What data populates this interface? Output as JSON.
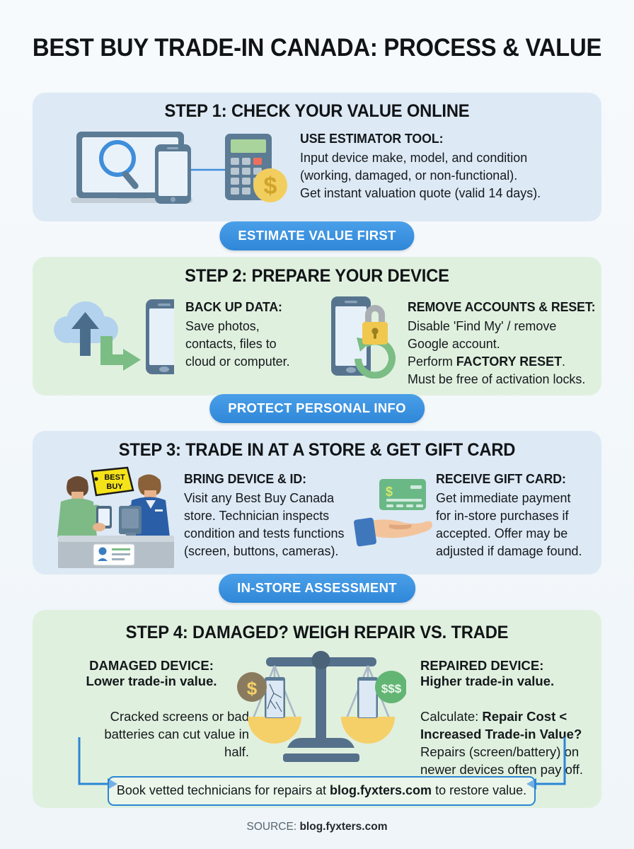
{
  "title": "BEST BUY TRADE-IN CANADA: PROCESS & VALUE",
  "colors": {
    "page_bg": "#f4f8fb",
    "panel_blue": "#dde9f5",
    "panel_green": "#e0f0df",
    "badge_blue": "#2f87d8",
    "accent_blue": "#2b86d4",
    "green_accent": "#6fb97f",
    "gold": "#f0c94e",
    "slate": "#55708a"
  },
  "steps": [
    {
      "heading": "STEP 1: CHECK YOUR VALUE ONLINE",
      "badge": "ESTIMATE VALUE FIRST",
      "panel_color": "blue",
      "blocks": [
        {
          "title": "USE ESTIMATOR TOOL:",
          "lines": [
            "Input device make, model, and condition",
            "(working, damaged, or non-functional).",
            "Get instant valuation quote (valid 14 days)."
          ]
        }
      ],
      "illustration": "laptop-phone-calculator"
    },
    {
      "heading": "STEP 2: PREPARE YOUR DEVICE",
      "badge": "PROTECT PERSONAL INFO",
      "panel_color": "green",
      "blocks": [
        {
          "title": "BACK UP DATA:",
          "lines": [
            "Save photos,",
            "contacts, files to",
            "cloud or computer."
          ]
        },
        {
          "title": "REMOVE ACCOUNTS & RESET:",
          "lines": [
            "Disable 'Find My' / remove",
            "Google account.",
            "Perform FACTORY RESET.",
            "Must be free of activation locks."
          ],
          "bold_fragment": "FACTORY RESET"
        }
      ],
      "illustration": "cloud-phone-lock-reset"
    },
    {
      "heading": "STEP 3: TRADE IN AT A STORE & GET GIFT CARD",
      "badge": "IN-STORE ASSESSMENT",
      "panel_color": "blue",
      "blocks": [
        {
          "title": "BRING DEVICE & ID:",
          "lines": [
            "Visit any Best Buy Canada",
            "store. Technician inspects",
            "condition and tests functions",
            "(screen, buttons, cameras)."
          ]
        },
        {
          "title": "RECEIVE GIFT CARD:",
          "lines": [
            "Get immediate payment",
            "for in-store purchases if",
            "accepted. Offer may be",
            "adjusted if damage found."
          ]
        }
      ],
      "illustration": "store-counter-giftcard",
      "store_logo": "BEST BUY"
    },
    {
      "heading": "STEP 4: DAMAGED? WEIGH REPAIR VS. TRADE",
      "badge": null,
      "panel_color": "green",
      "left": {
        "title": "DAMAGED DEVICE:",
        "subtitle": "Lower trade-in value.",
        "lines": [
          "Cracked screens or bad",
          "batteries can cut value in",
          "half."
        ]
      },
      "right": {
        "title": "REPAIRED DEVICE:",
        "subtitle": "Higher trade-in value.",
        "lines": [
          "Calculate: Repair Cost <",
          "Increased Trade-in Value?",
          "Repairs (screen/battery) on",
          "newer devices often pay off."
        ]
      },
      "illustration": "balance-scale",
      "scale_left_label": "$",
      "scale_right_label": "$$$"
    }
  ],
  "cta": {
    "prefix": "Book vetted technicians for repairs at ",
    "link": "blog.fyxters.com",
    "suffix": " to restore value."
  },
  "footer": {
    "label": "SOURCE: ",
    "value": "blog.fyxters.com"
  }
}
